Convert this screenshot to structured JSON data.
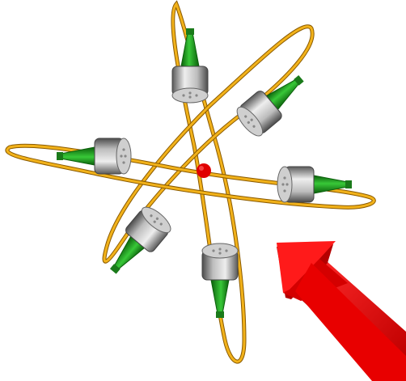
{
  "scene": {
    "description_visible_text": "",
    "background": "#ffffff"
  },
  "colors": {
    "loop": "#f2b21a",
    "loop_edge": "#8a5a00",
    "cone_green": "#1aa31a",
    "cone_dark": "#0b5f0b",
    "canister_light": "#d8d8d8",
    "canister_mid": "#a9a9a9",
    "canister_dark": "#4b4b4b",
    "center_dot": "#e00000",
    "arrow": "#e80000",
    "arrow_shade": "#b40000"
  },
  "icons": {
    "center": "red-dot",
    "arrow": "red-3d-arrow",
    "units": "green-cone-canister"
  }
}
